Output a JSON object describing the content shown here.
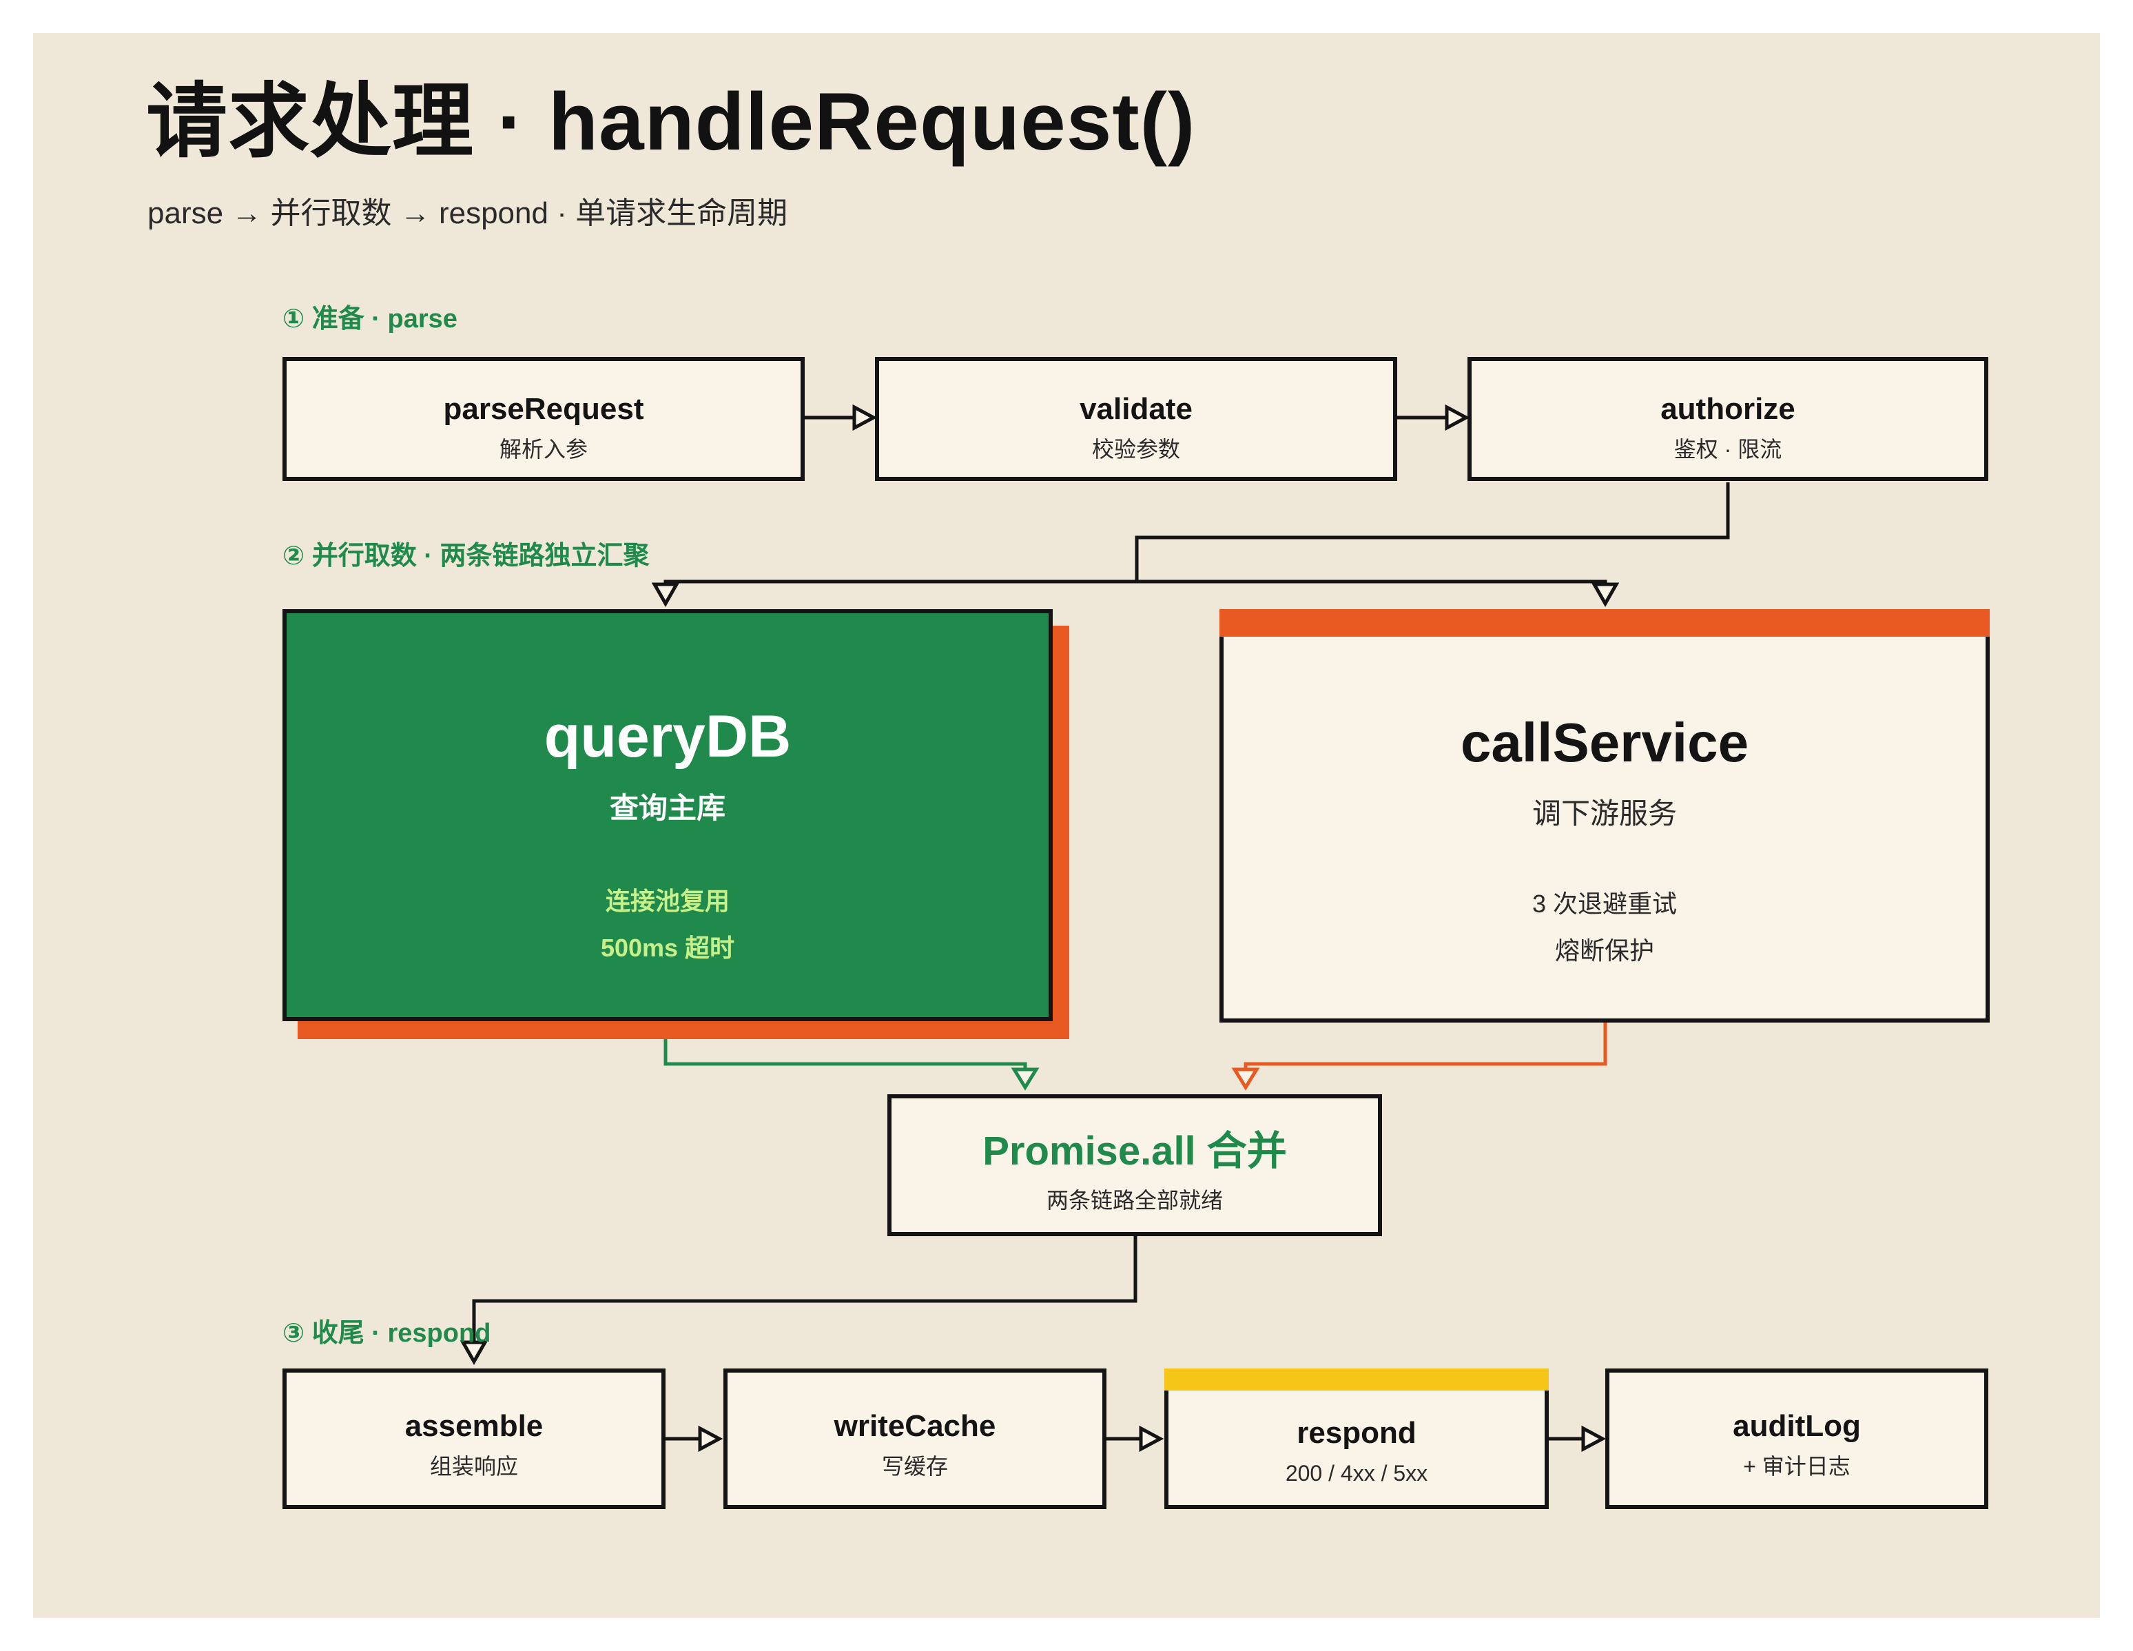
{
  "header": {
    "title": "请求处理 · handleRequest()",
    "subtitle": "parse → 并行取数 → respond · 单请求生命周期"
  },
  "sections": {
    "prepare": "① 准备 · parse",
    "parallel": "② 并行取数 · 两条链路独立汇聚",
    "finish": "③ 收尾 · respond"
  },
  "stage1": [
    {
      "title": "parseRequest",
      "subtitle": "解析入参"
    },
    {
      "title": "validate",
      "subtitle": "校验参数"
    },
    {
      "title": "authorize",
      "subtitle": "鉴权 · 限流"
    }
  ],
  "querydb": {
    "title": "queryDB",
    "subtitle": "查询主库",
    "note1": "连接池复用",
    "note2": "500ms 超时"
  },
  "callservice": {
    "title": "callService",
    "subtitle": "调下游服务",
    "note1": "3 次退避重试",
    "note2": "熔断保护"
  },
  "merge": {
    "title": "Promise.all 合并",
    "subtitle": "两条链路全部就绪"
  },
  "stage3": [
    {
      "title": "assemble",
      "subtitle": "组装响应"
    },
    {
      "title": "writeCache",
      "subtitle": "写缓存"
    },
    {
      "title": "respond",
      "subtitle": "200 / 4xx / 5xx"
    },
    {
      "title": "auditLog",
      "subtitle": "+ 审计日志"
    }
  ],
  "colors": {
    "background": "#efe8d8",
    "box_fill": "#faf4e8",
    "green": "#1f8a4c",
    "orange": "#e85a22",
    "yellow": "#f5c518",
    "light_green_text": "#c8f08a",
    "ink": "#141414"
  }
}
